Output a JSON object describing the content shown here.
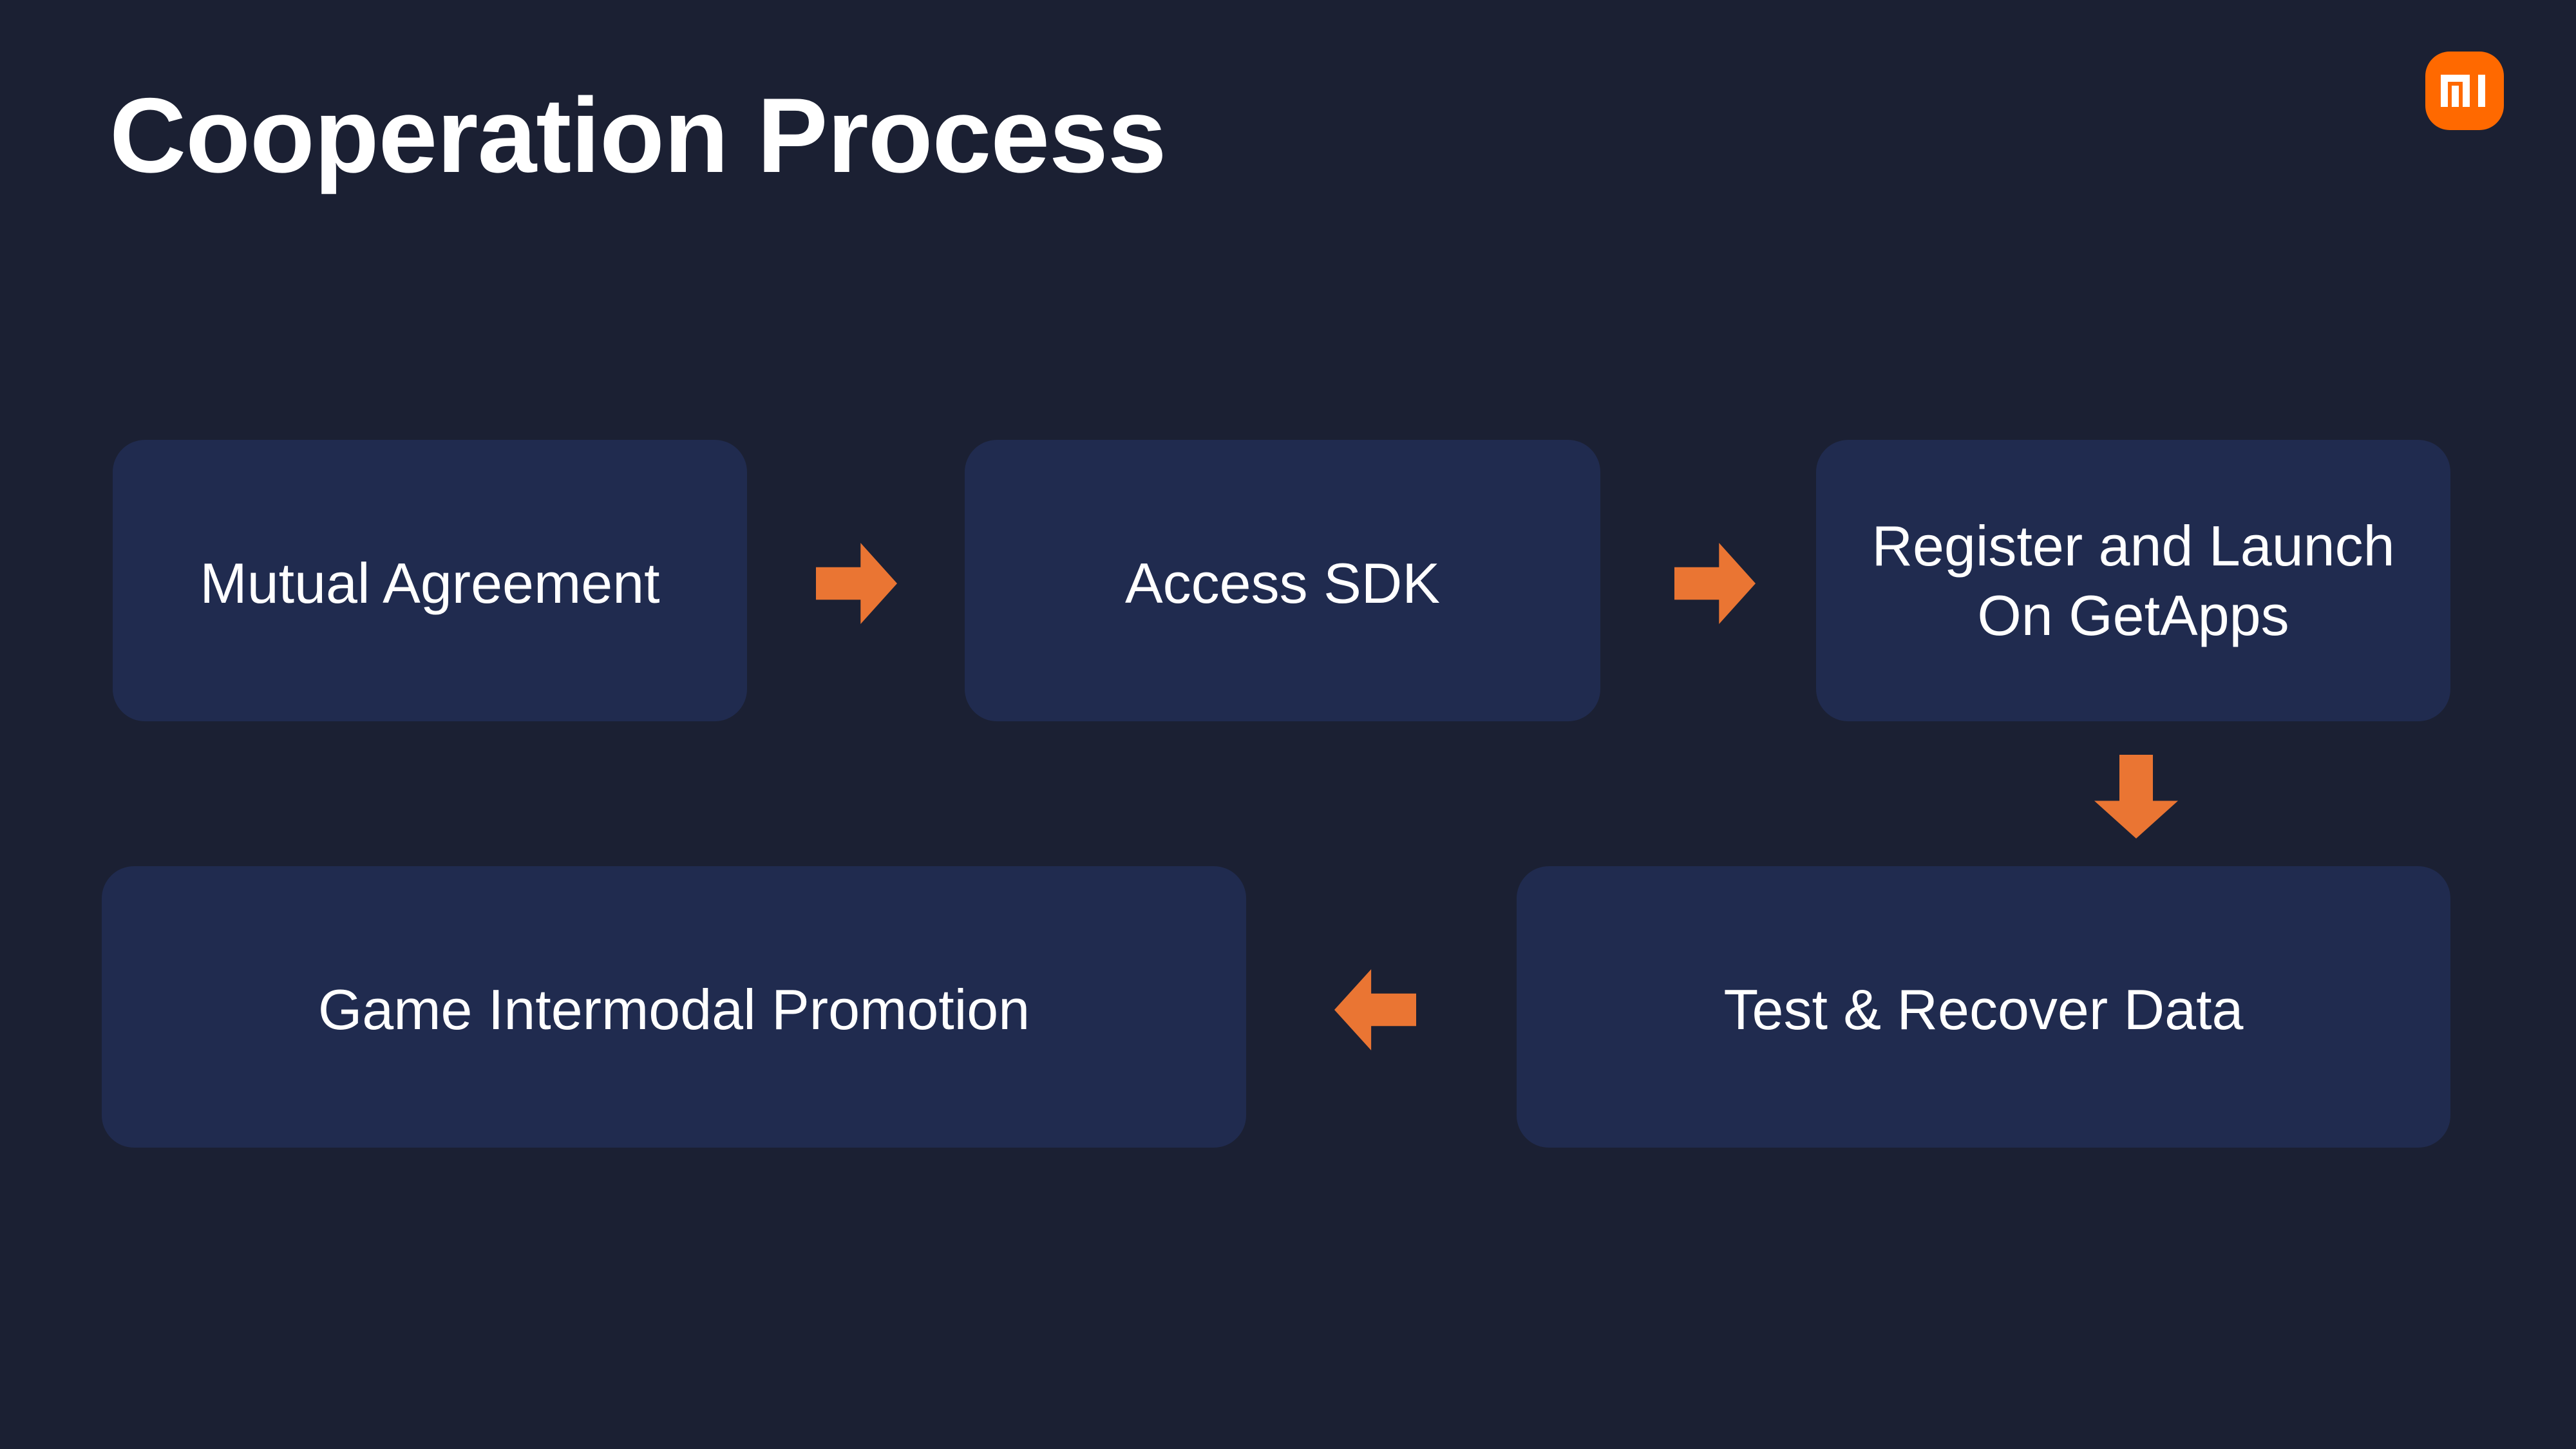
{
  "slide": {
    "title": "Cooperation Process",
    "background_color": "#1b2033",
    "box_color": "#202b4f",
    "accent_color": "#ea7533",
    "text_color": "#ffffff"
  },
  "brand": {
    "logo_name": "mi-logo",
    "logo_text": "mi",
    "logo_background": "#ff6900"
  },
  "flow": {
    "steps": [
      {
        "id": "mutual-agreement",
        "label": "Mutual Agreement"
      },
      {
        "id": "access-sdk",
        "label": "Access SDK"
      },
      {
        "id": "register-launch",
        "label": "Register and Launch\nOn GetApps"
      },
      {
        "id": "test-recover",
        "label": "Test & Recover Data"
      },
      {
        "id": "game-promotion",
        "label": "Game Intermodal Promotion"
      }
    ],
    "connectors": [
      {
        "id": "arrow-1-to-2",
        "direction": "right"
      },
      {
        "id": "arrow-2-to-3",
        "direction": "right"
      },
      {
        "id": "arrow-3-to-4",
        "direction": "down"
      },
      {
        "id": "arrow-4-to-5",
        "direction": "left"
      }
    ]
  }
}
